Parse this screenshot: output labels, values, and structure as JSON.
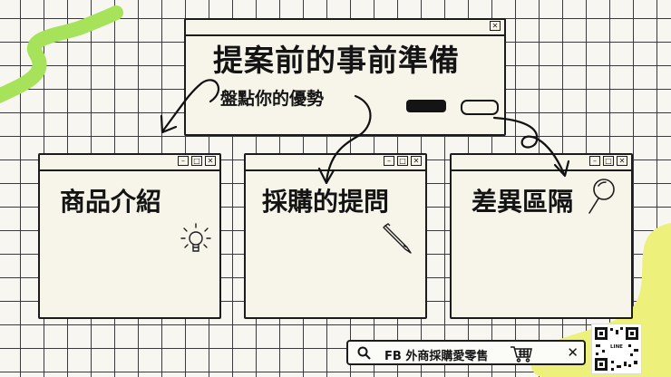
{
  "main_window": {
    "title": "提案前的事前準備",
    "subtitle": "盤點你的優勢",
    "close_glyph": "✕"
  },
  "cards": [
    {
      "title": "商品介紹",
      "icon": "lightbulb-icon"
    },
    {
      "title": "採購的提問",
      "icon": "pencil-icon"
    },
    {
      "title": "差異區隔",
      "icon": "magnifier-icon"
    }
  ],
  "window_controls": {
    "minimize": "–",
    "maximize": "□",
    "close": "✕"
  },
  "search_bar": {
    "text": "FB 外商採購愛零售",
    "close_glyph": "✕"
  },
  "qr": {
    "label": "LINE"
  },
  "colors": {
    "accent_green": "#a6e35a",
    "accent_yellow": "#edf07a",
    "ink": "#1c1c1c",
    "paper": "#f7f5ea"
  }
}
